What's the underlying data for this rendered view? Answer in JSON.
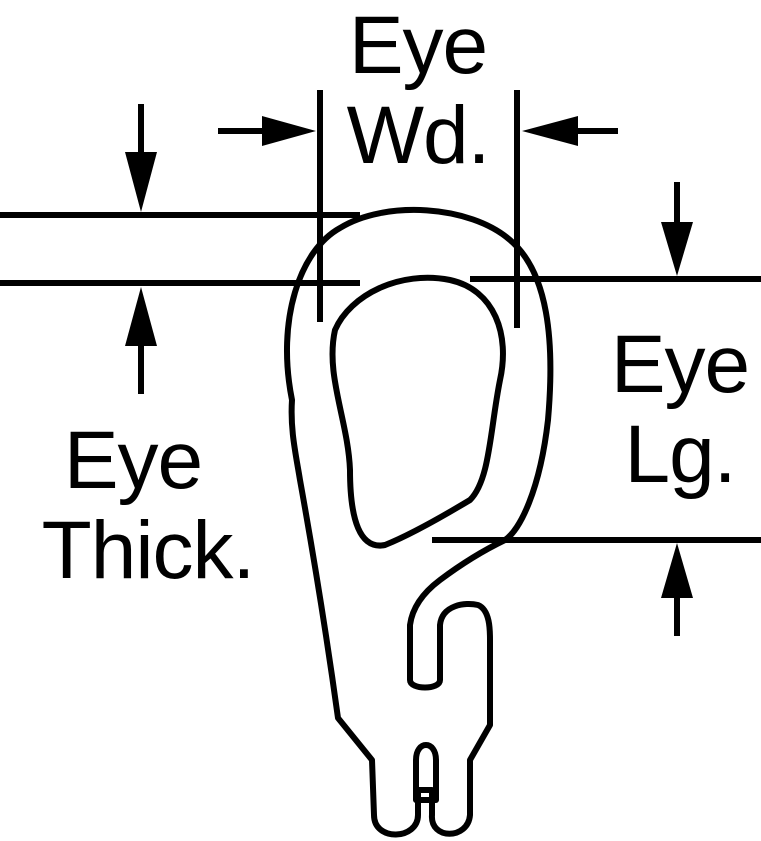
{
  "labels": {
    "eye_width_line1": "Eye",
    "eye_width_line2": "Wd.",
    "eye_thickness_line1": "Eye",
    "eye_thickness_line2": "Thick.",
    "eye_length_line1": "Eye",
    "eye_length_line2": "Lg."
  },
  "colors": {
    "ink": "#000000",
    "background": "#ffffff"
  }
}
